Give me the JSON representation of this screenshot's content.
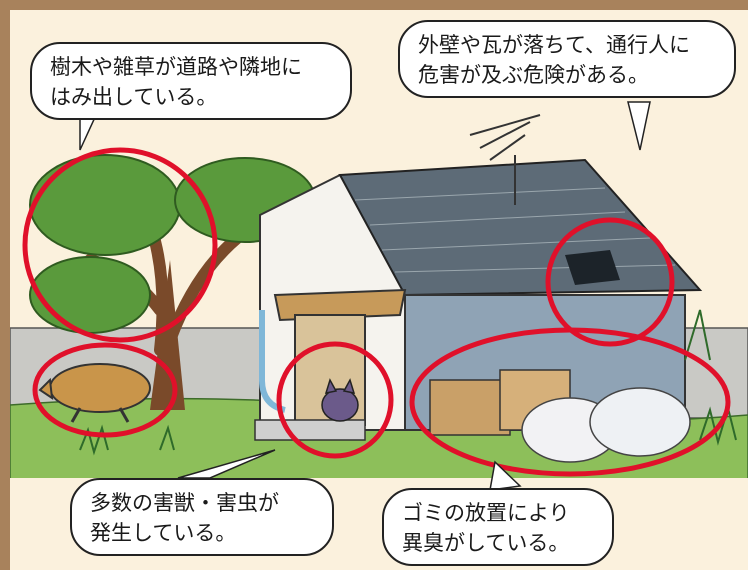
{
  "callouts": {
    "trees": {
      "line1": "樹木や雑草が道路や隣地に",
      "line2": "はみ出している。"
    },
    "roof": {
      "line1": "外壁や瓦が落ちて、通行人に",
      "line2": "危害が及ぶ危険がある。"
    },
    "pests": {
      "line1": "多数の害獣・害虫が",
      "line2": "発生している。"
    },
    "trash": {
      "line1": "ゴミの放置により",
      "line2": "異臭がしている。"
    }
  },
  "colors": {
    "frame": "#a8825c",
    "background": "#fbf1dd",
    "highlight_circle": "#e0102a",
    "foliage": "#5a9a3c",
    "roof": "#5d6b77",
    "wall": "#f5f3ee",
    "fence": "#c9c9c5",
    "grass": "#8dbf5a"
  },
  "icons": [
    "tv-antenna-icon",
    "boar-icon",
    "cat-icon",
    "trash-bag-icon"
  ]
}
